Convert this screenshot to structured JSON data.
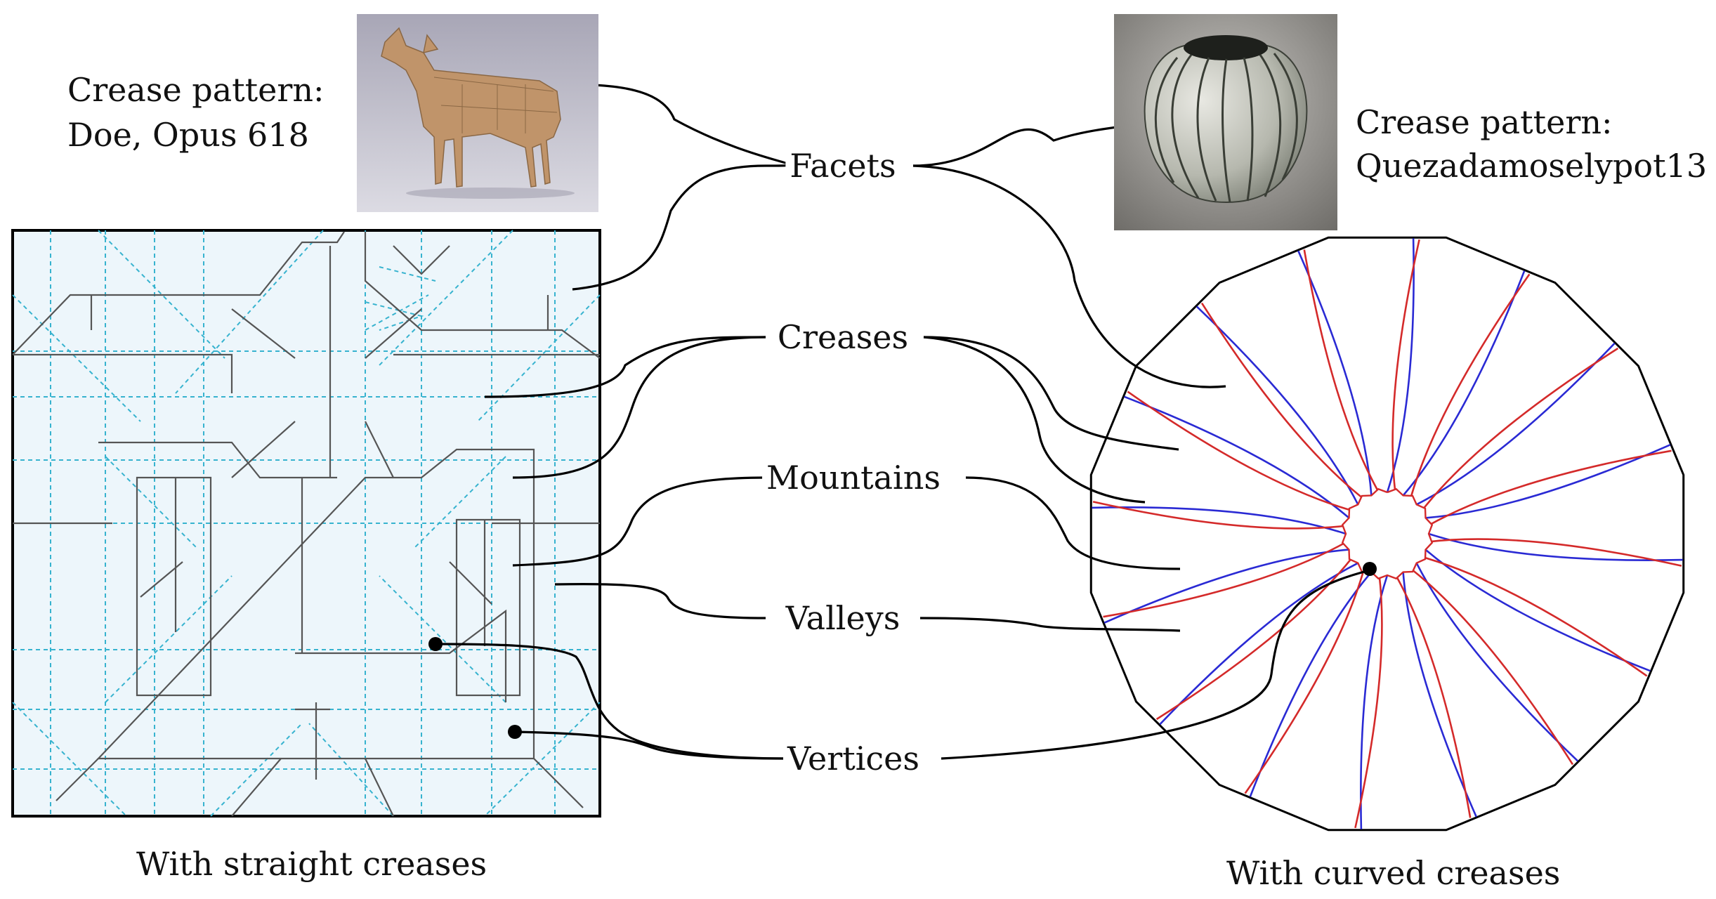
{
  "left": {
    "caption_line1": "Crease pattern:",
    "caption_line2": "Doe, Opus 618",
    "bottom_label": "With straight creases"
  },
  "right": {
    "caption_line1": "Crease pattern:",
    "caption_line2": "Quezadamoselypot13",
    "bottom_label": "With curved creases"
  },
  "hubs": {
    "facets": "Facets",
    "creases": "Creases",
    "mountains": "Mountains",
    "valleys": "Valleys",
    "vertices": "Vertices"
  },
  "colors": {
    "mountain": "#d42a2a",
    "valley": "#2a2ad4",
    "pattern_fill": "#edf6fb",
    "pattern_dash": "#37b3cf",
    "leader": "#000000"
  }
}
